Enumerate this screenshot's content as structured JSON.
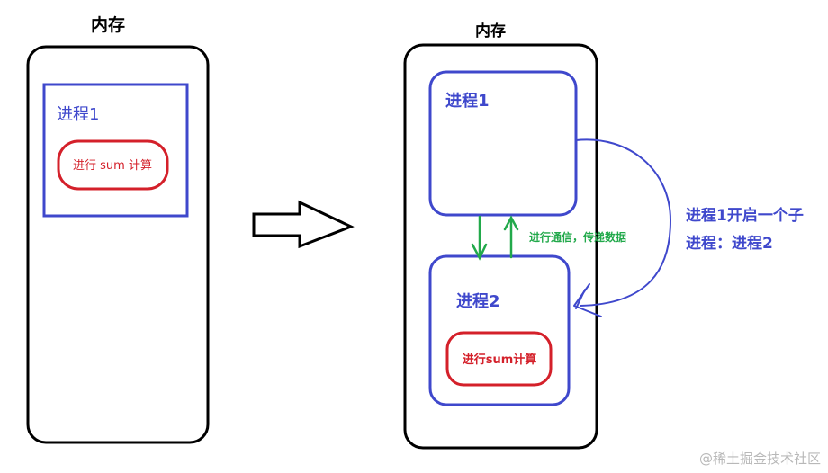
{
  "left": {
    "memory_label": "内存",
    "process_label": "进程1",
    "task_label": "进行 sum 计算"
  },
  "arrow": {
    "icon": "right-hollow-arrow-icon"
  },
  "right": {
    "memory_label": "内存",
    "process1_label": "进程1",
    "process2_label": "进程2",
    "task_label": "进行sum计算",
    "communication_label": "进行通信，传递数据",
    "spawn_label_line1": "进程1开启一个子",
    "spawn_label_line2": "进程：进程2"
  },
  "watermark": "@稀土掘金技术社区",
  "colors": {
    "memory_border": "#000000",
    "process_border": "#3f48cc",
    "task_border": "#d4202a",
    "comm_arrows": "#22a94b",
    "watermark": "#b8b8b8"
  }
}
